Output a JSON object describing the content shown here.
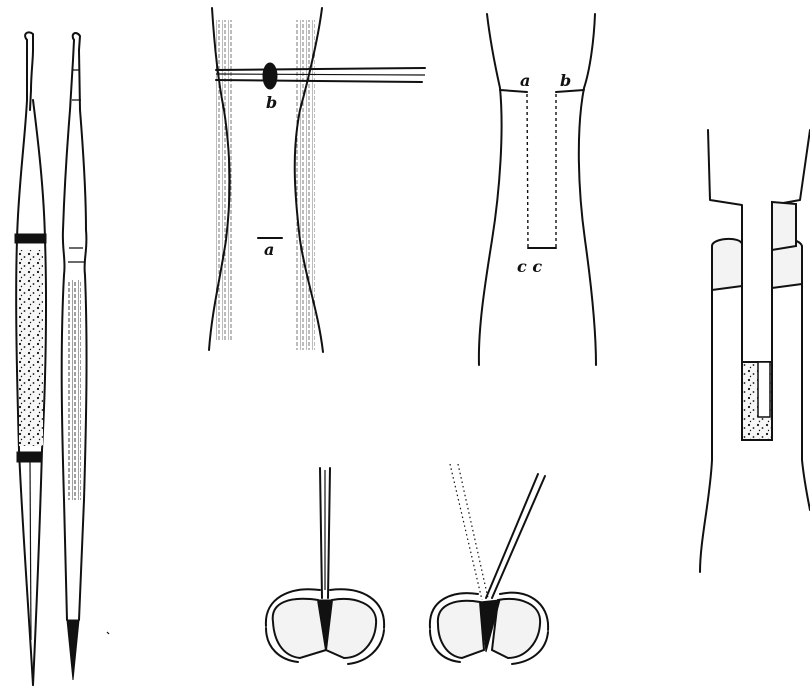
{
  "labels": {
    "stem_a": "a",
    "stem_b": "b",
    "slit_top_left": "a",
    "slit_top_right": "b",
    "slit_bottom": "c c"
  },
  "colors": {
    "ink": "#111111",
    "paper": "#ffffff",
    "speckle": "#f3f3f3"
  }
}
